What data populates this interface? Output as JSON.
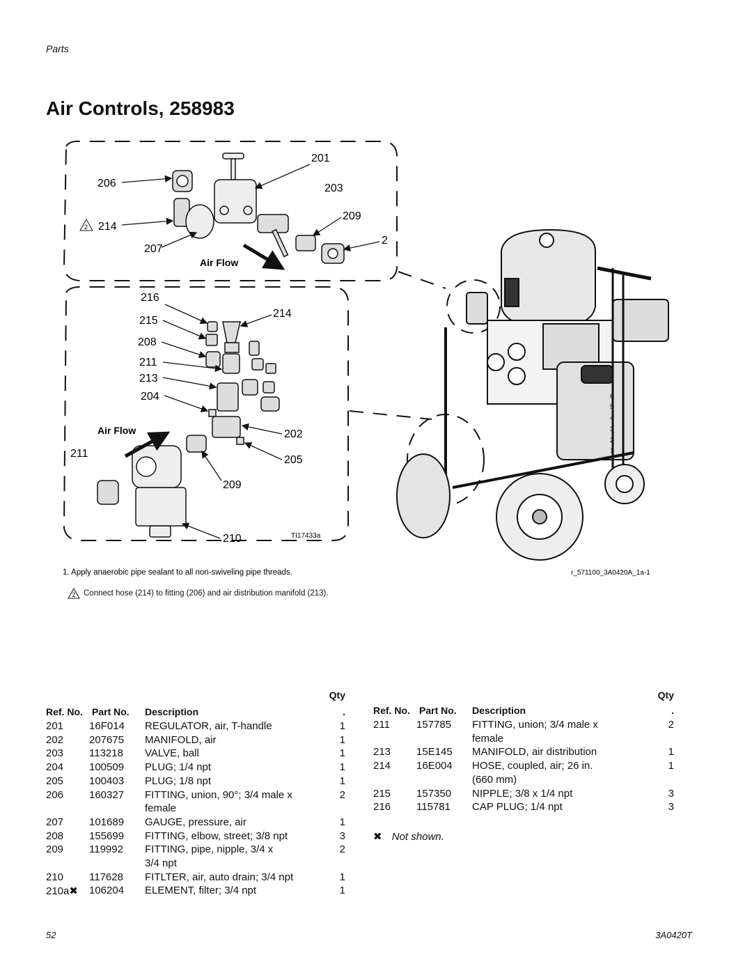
{
  "header": {
    "section": "Parts",
    "title": "Air Controls, 258983"
  },
  "diagram": {
    "callouts_top": [
      "201",
      "206",
      "203",
      "209",
      "214",
      "2",
      "207"
    ],
    "callouts_bottom": [
      "216",
      "214",
      "215",
      "208",
      "211",
      "213",
      "204",
      "202",
      "211",
      "205",
      "209",
      "210"
    ],
    "air_flow_label": "Air Flow",
    "note_marker": "2",
    "fig_id_left": "TI17433a",
    "fig_id_right": "r_571100_3A0420A_1a-1",
    "gauge_marks": [
      "6",
      "5",
      "4",
      "3",
      "2",
      "1"
    ]
  },
  "notes": {
    "note1": "1. Apply anaerobic pipe sealant to all non-swiveling pipe threads.",
    "note2": "Connect hose (214) to fitting (206) and air distribution manifold (213)."
  },
  "table": {
    "headers": {
      "ref": "Ref. No.",
      "part": "Part No.",
      "desc": "Description",
      "qty": "Qty",
      "qty_dot": "."
    },
    "left_rows": [
      {
        "ref": "201",
        "part": "16F014",
        "desc": "REGULATOR, air, T-handle",
        "qty": "1"
      },
      {
        "ref": "202",
        "part": "207675",
        "desc": "MANIFOLD, air",
        "qty": "1"
      },
      {
        "ref": "203",
        "part": "113218",
        "desc": "VALVE, ball",
        "qty": "1"
      },
      {
        "ref": "204",
        "part": "100509",
        "desc": "PLUG; 1/4 npt",
        "qty": "1"
      },
      {
        "ref": "205",
        "part": "100403",
        "desc": "PLUG; 1/8 npt",
        "qty": "1"
      },
      {
        "ref": "206",
        "part": "160327",
        "desc": "FITTING, union, 90°; 3/4 male x",
        "qty": "2"
      },
      {
        "ref": "",
        "part": "",
        "desc": "female",
        "qty": ""
      },
      {
        "ref": "207",
        "part": "101689",
        "desc": "GAUGE, pressure, air",
        "qty": "1"
      },
      {
        "ref": "208",
        "part": "155699",
        "desc": "FITTING, elbow, street; 3/8 npt",
        "qty": "3"
      },
      {
        "ref": "209",
        "part": "119992",
        "desc": "FITTING, pipe, nipple, 3/4 x",
        "qty": "2"
      },
      {
        "ref": "",
        "part": "",
        "desc": "3/4 npt",
        "qty": ""
      },
      {
        "ref": "210",
        "part": "117628",
        "desc": "FITLTER, air, auto drain; 3/4 npt",
        "qty": "1"
      },
      {
        "ref": "210a✖",
        "part": "106204",
        "desc": "ELEMENT, filter; 3/4 npt",
        "qty": "1"
      }
    ],
    "right_rows": [
      {
        "ref": "211",
        "part": "157785",
        "desc": "FITTING, union; 3/4 male x",
        "qty": "2"
      },
      {
        "ref": "",
        "part": "",
        "desc": "female",
        "qty": ""
      },
      {
        "ref": "213",
        "part": "15E145",
        "desc": "MANIFOLD, air distribution",
        "qty": "1"
      },
      {
        "ref": "214",
        "part": "16E004",
        "desc": "HOSE, coupled, air; 26 in.",
        "qty": "1"
      },
      {
        "ref": "",
        "part": "",
        "desc": "(660 mm)",
        "qty": ""
      },
      {
        "ref": "215",
        "part": "157350",
        "desc": "NIPPLE; 3/8 x 1/4 npt",
        "qty": "3"
      },
      {
        "ref": "216",
        "part": "115781",
        "desc": "CAP PLUG; 1/4 npt",
        "qty": "3"
      }
    ],
    "not_shown": "Not shown.",
    "not_shown_marker": "✖"
  },
  "footer": {
    "page": "52",
    "doc": "3A0420T"
  }
}
